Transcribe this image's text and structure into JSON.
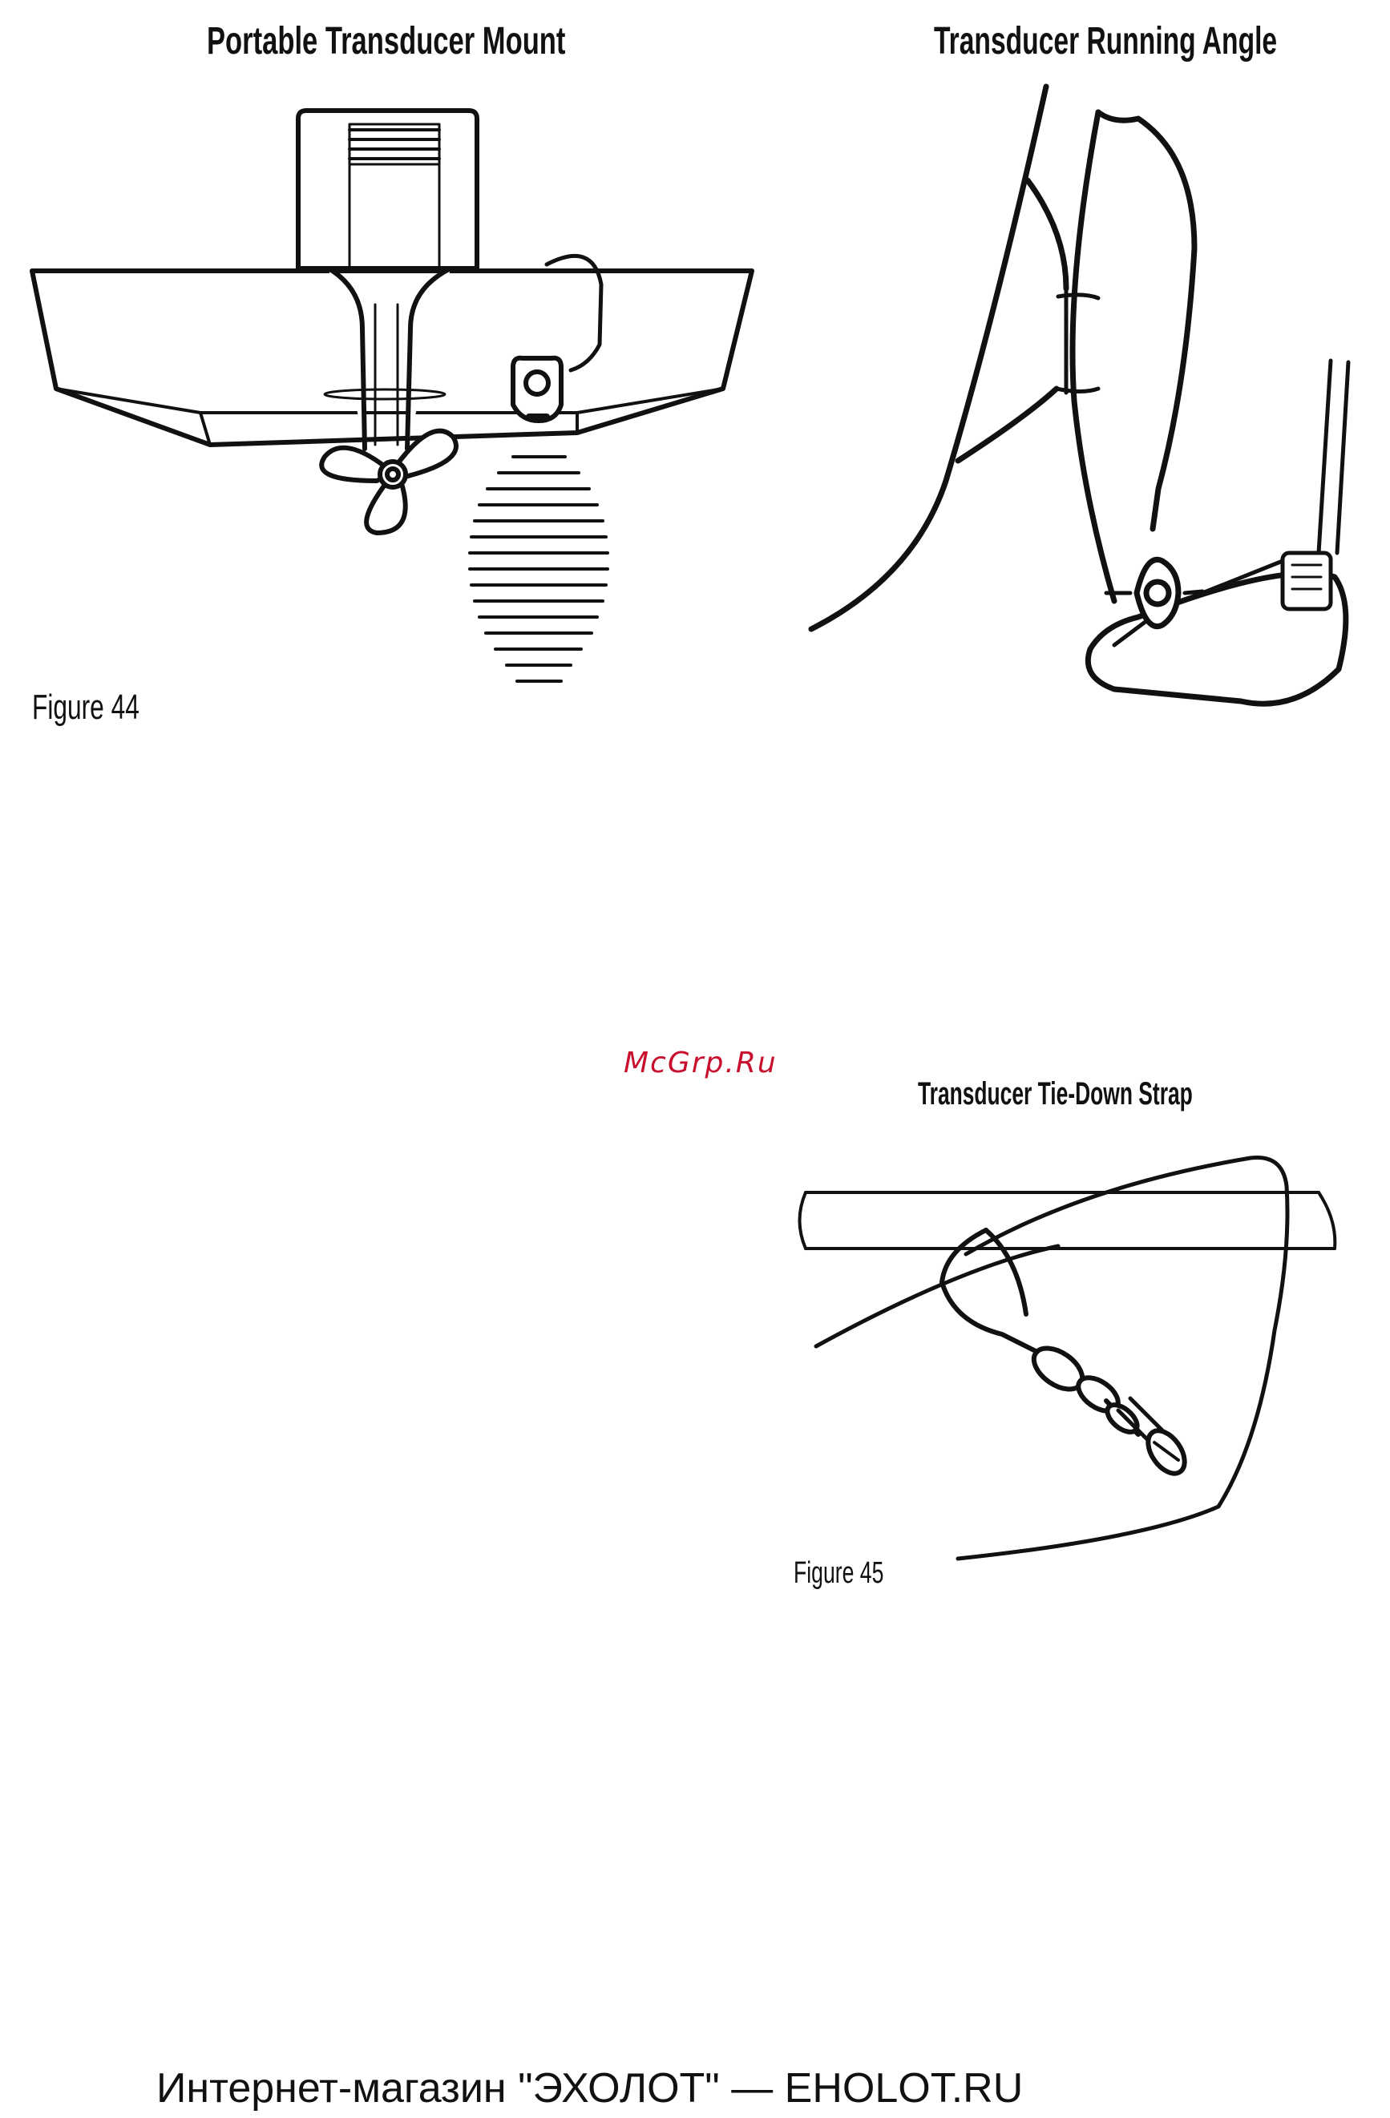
{
  "figure44": {
    "title_left": "Portable Transducer Mount",
    "title_right": "Transducer Running Angle",
    "caption": "Figure 44"
  },
  "figure45": {
    "title": "Transducer Tie-Down Strap",
    "caption": "Figure 45"
  },
  "watermark": "McGrp.Ru",
  "footer": "Интернет-магазин \"ЭХОЛОТ\" — EHOLOT.RU",
  "colors": {
    "ink": "#111111",
    "watermark": "#c8102e",
    "background": "#ffffff"
  }
}
